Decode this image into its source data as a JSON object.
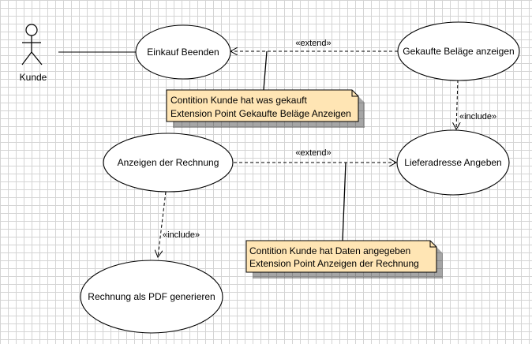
{
  "actor": {
    "name": "Kunde"
  },
  "use_cases": {
    "einkauf": "Einkauf Beenden",
    "gekaufte": "Gekaufte Beläge anzeigen",
    "anzeigen": "Anzeigen der Rechnung",
    "liefer": "Lieferadresse Angeben",
    "pdf": "Rechnung als PDF generieren"
  },
  "relations": {
    "extend1": "«extend»",
    "include1": "«include»",
    "extend2": "«extend»",
    "include2": "«include»"
  },
  "notes": {
    "note1": {
      "line1": "Contition Kunde hat was gekauft",
      "line2": "Extension Point Gekaufte Beläge Anzeigen"
    },
    "note2": {
      "line1": "Contition Kunde hat Daten angegeben",
      "line2": "Extension Point Anzeigen der Rechnung"
    }
  },
  "colors": {
    "note_fill": "#ffe5b4",
    "line": "#000000"
  }
}
